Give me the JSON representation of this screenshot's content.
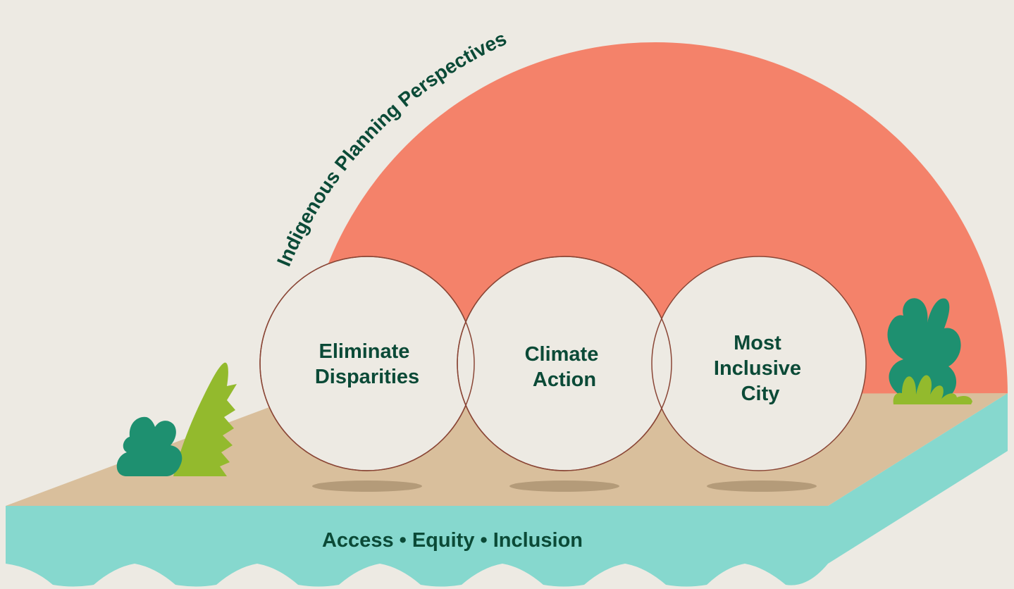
{
  "arc_title": "Indigenous Planning Perspectives",
  "circles": [
    {
      "id": "eliminate-disparities",
      "lines": [
        "Eliminate",
        "Disparities"
      ]
    },
    {
      "id": "climate-action",
      "lines": [
        "Climate",
        "Action"
      ]
    },
    {
      "id": "most-inclusive-city",
      "lines": [
        "Most",
        "Inclusive",
        "City"
      ]
    }
  ],
  "foundation_label": "Access • Equity • Inclusion",
  "colors": {
    "background": "#edeae3",
    "sun": "#f4826a",
    "ground_top": "#d9bf9c",
    "ground_side": "#86d8ce",
    "shadow": "#b49b79",
    "circle_fill": "#edeae3",
    "circle_stroke": "#8a4636",
    "text": "#0b4a37",
    "plant_dark": "#1e9070",
    "plant_light": "#93ba2d"
  }
}
